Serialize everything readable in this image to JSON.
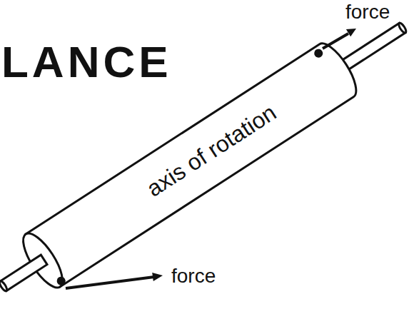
{
  "diagram": {
    "title": "LANCE",
    "nodes": [
      {
        "text": [
          "axis of rotation"
        ]
      }
    ],
    "labels": [
      "force",
      "force"
    ]
  }
}
